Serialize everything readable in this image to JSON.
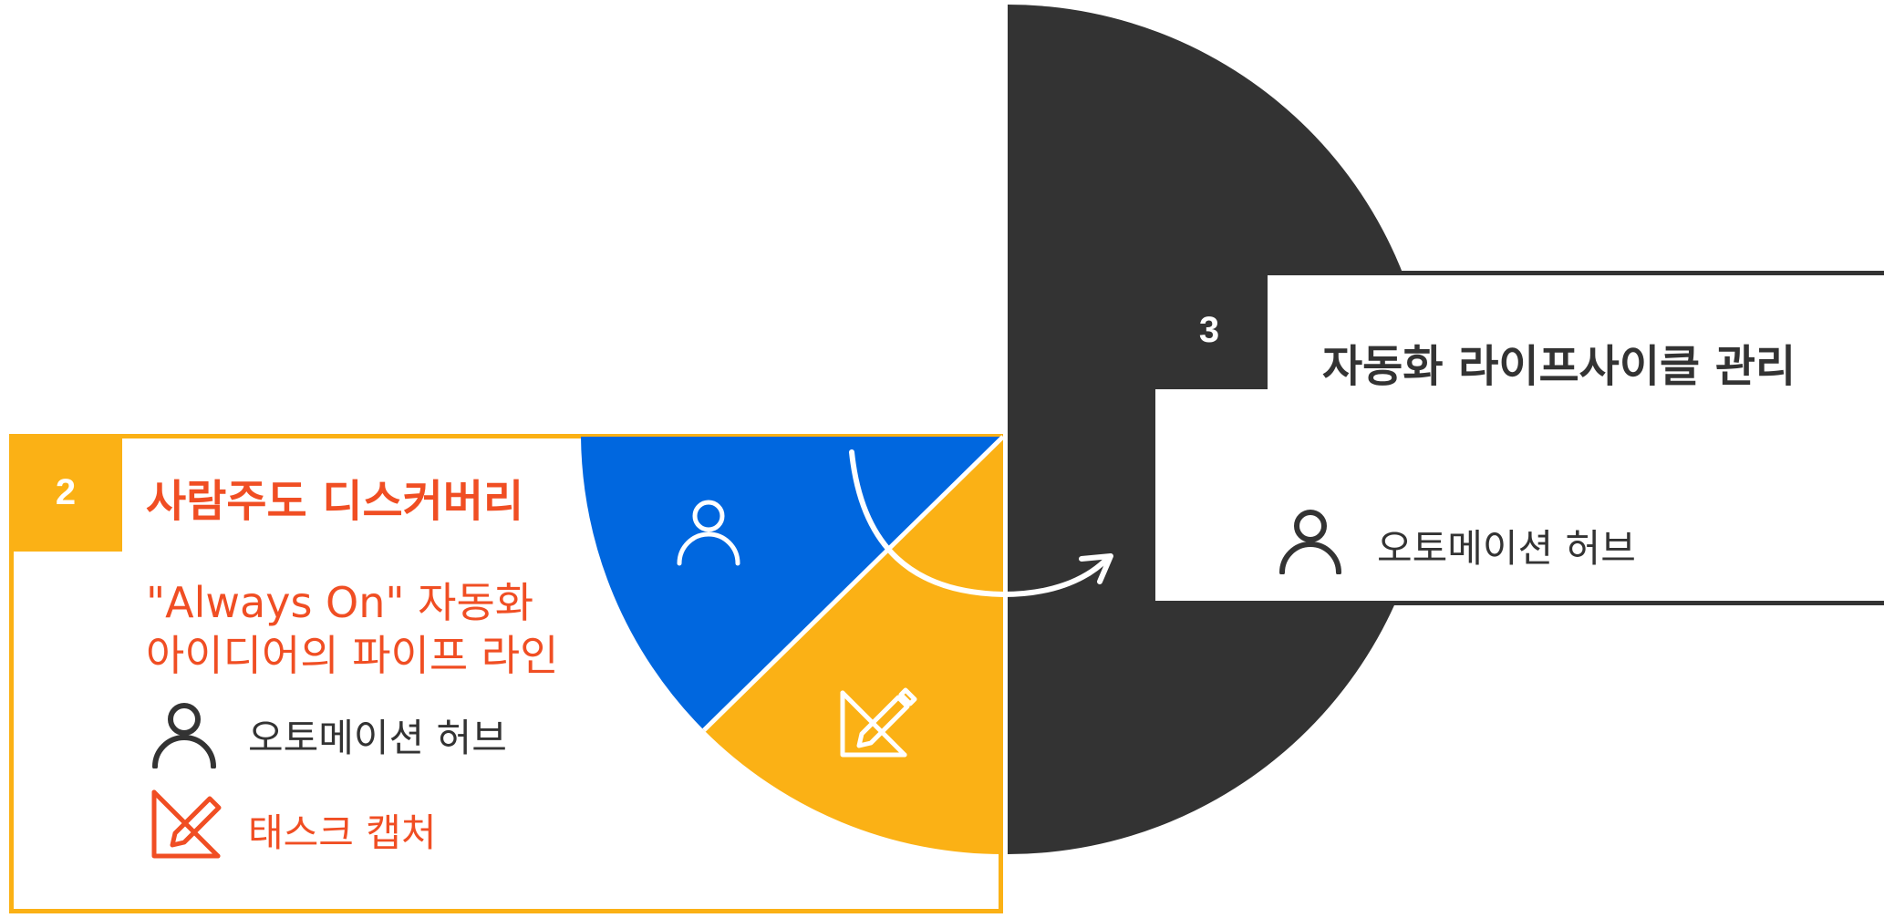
{
  "step2": {
    "number": "2",
    "title": "사람주도 디스커버리",
    "subtitle_line1": "\"Always On\" 자동화",
    "subtitle_line2": "아이디어의 파이프 라인",
    "items": [
      {
        "icon": "person-icon",
        "label": "오토메이션 허브"
      },
      {
        "icon": "pencil-ruler-icon",
        "label": "태스크 캡처"
      }
    ]
  },
  "step3": {
    "number": "3",
    "title": "자동화 라이프사이클 관리",
    "items": [
      {
        "icon": "person-icon",
        "label": "오토메이션 허브"
      }
    ]
  },
  "colors": {
    "accent_orange": "#f04e23",
    "accent_yellow": "#fbb115",
    "accent_blue": "#0067df",
    "dark": "#333333"
  }
}
